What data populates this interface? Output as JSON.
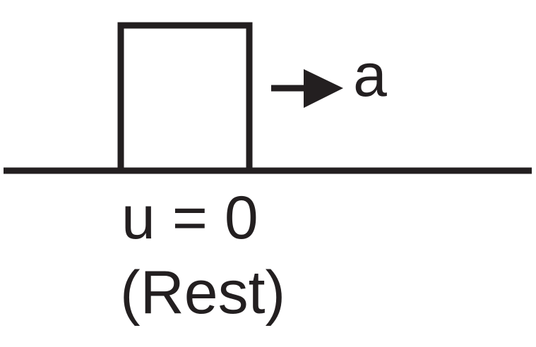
{
  "diagram": {
    "acceleration_label": "a",
    "velocity_label": "u = 0",
    "state_label": "(Rest)",
    "stroke_color": "#231f20"
  }
}
